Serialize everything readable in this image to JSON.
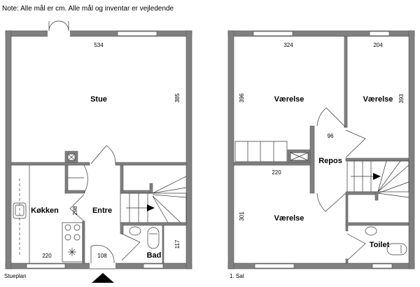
{
  "note": "Note: Alle mål er cm. Alle mål og inventar er vejledende",
  "ground_floor": {
    "caption": "Stueplan",
    "rooms": {
      "stue": "Stue",
      "kokken": "Køkken",
      "entre": "Entre",
      "bad": "Bad"
    },
    "dimensions": {
      "stue_width": "534",
      "stue_depth": "385",
      "kokken_width": "220",
      "kokken_door": "298",
      "entre_width": "108",
      "bad_depth": "117"
    }
  },
  "first_floor": {
    "caption": "1. Sal",
    "rooms": {
      "vaerelse_1": "Værelse",
      "vaerelse_2": "Værelse",
      "vaerelse_3": "Værelse",
      "repos": "Repos",
      "toilet": "Toilet"
    },
    "dimensions": {
      "v1_width": "324",
      "v1_depth": "396",
      "v2_width": "204",
      "v2_depth": "393",
      "repos_width": "96",
      "v3_width": "220",
      "v3_depth": "301"
    }
  }
}
